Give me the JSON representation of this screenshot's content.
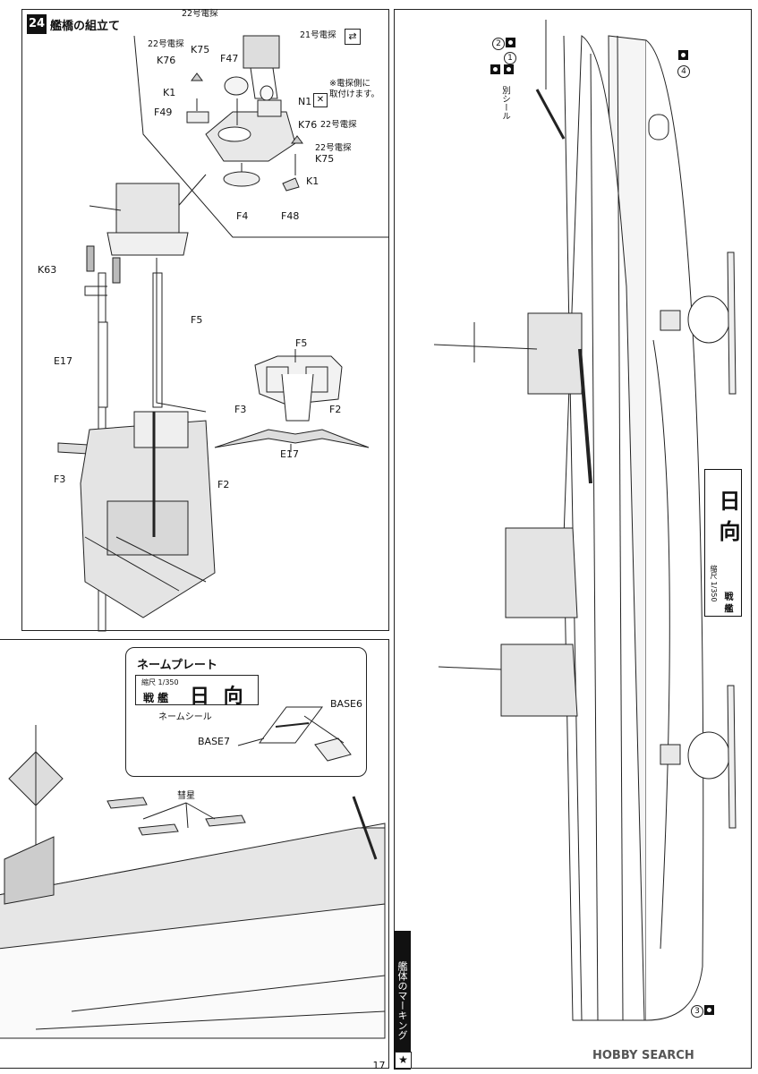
{
  "step": {
    "number": "24",
    "title": "艦橋の組立て"
  },
  "parts": {
    "radar22_a": "22号電探",
    "radar22_b": "22号電探",
    "radar22_c": "22号電探",
    "radar22_d": "22号電探",
    "radar21": "21号電探",
    "K75_a": "K75",
    "K75_b": "K75",
    "K76_a": "K76",
    "K76_b": "K76",
    "K1_a": "K1",
    "K1_b": "K1",
    "F47": "F47",
    "F49": "F49",
    "N1": "N1",
    "note_n1": "※電探側に\n取付けます。",
    "F4": "F4",
    "F48": "F48",
    "K63": "K63",
    "F5_a": "F5",
    "F5_b": "F5",
    "E17_a": "E17",
    "E17_b": "E17",
    "F3_a": "F3",
    "F3_b": "F3",
    "F2_a": "F2",
    "F2_b": "F2"
  },
  "nameplate": {
    "title": "ネームプレート",
    "scale": "縮尺 1/350",
    "kind": "戦 艦",
    "name": "日 向",
    "seal_label": "ネームシール",
    "base6": "BASE6",
    "base7": "BASE7"
  },
  "aircraft_label": "彗星",
  "marking": {
    "section_title": "艦体のマーキング",
    "plate_name": "日向",
    "plate_scale": "縮尺 1/350",
    "plate_kind": "戦 艦",
    "seal_note": "別シール",
    "num1": "1",
    "num2": "2",
    "num3": "3",
    "num4": "4"
  },
  "page_number": "17",
  "watermark": "HOBBY SEARCH"
}
